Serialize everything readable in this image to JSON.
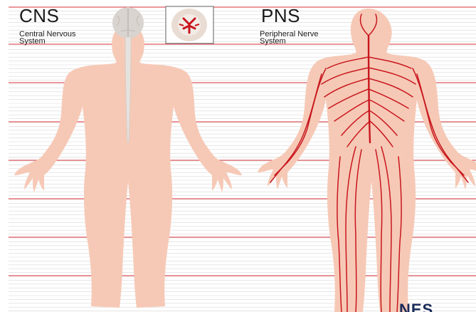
{
  "cns": {
    "title": "CNS",
    "subtitle_line1": "Central Nervous",
    "subtitle_line2": "System"
  },
  "pns": {
    "title": "PNS",
    "subtitle_line1": "Peripheral Nerve",
    "subtitle_line2": "System"
  },
  "corner_mark": "NES",
  "colors": {
    "skin": "#f6c9b6",
    "nerve": "#c8161d",
    "spine": "#e6e2de",
    "brain": "#d9d4cf",
    "rule_line": "#d9303a",
    "faint_line": "#d8d8d8"
  }
}
